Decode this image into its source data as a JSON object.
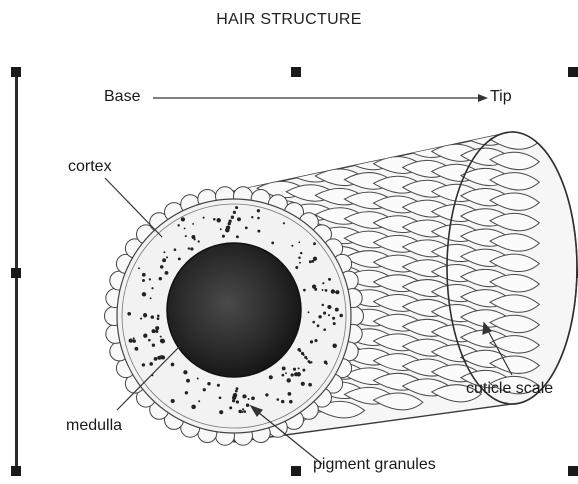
{
  "title": "HAIR STRUCTURE",
  "direction": {
    "start": "Base",
    "end": "Tip"
  },
  "labels": {
    "cortex": "cortex",
    "medulla": "medulla",
    "cuticle": "cuticle scale",
    "pigment": "pigment granules"
  }
}
